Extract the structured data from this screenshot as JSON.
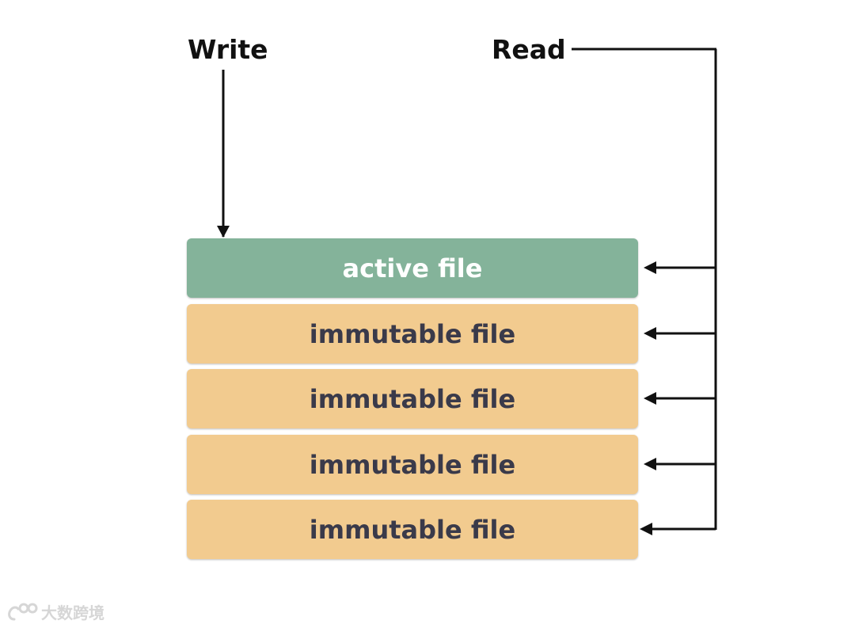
{
  "diagram": {
    "write_label": "Write",
    "read_label": "Read",
    "files": [
      {
        "label": "active file",
        "kind": "active"
      },
      {
        "label": "immutable file",
        "kind": "immutable"
      },
      {
        "label": "immutable file",
        "kind": "immutable"
      },
      {
        "label": "immutable file",
        "kind": "immutable"
      },
      {
        "label": "immutable file",
        "kind": "immutable"
      }
    ]
  },
  "colors": {
    "active_fill": "#84b39a",
    "active_text": "#ffffff",
    "immutable_fill": "#f2cb8f",
    "immutable_text": "#3a3a4a",
    "arrow": "#111111"
  },
  "watermark": {
    "logo_icon": "chain-link-logo-icon",
    "text": "大数跨境"
  }
}
